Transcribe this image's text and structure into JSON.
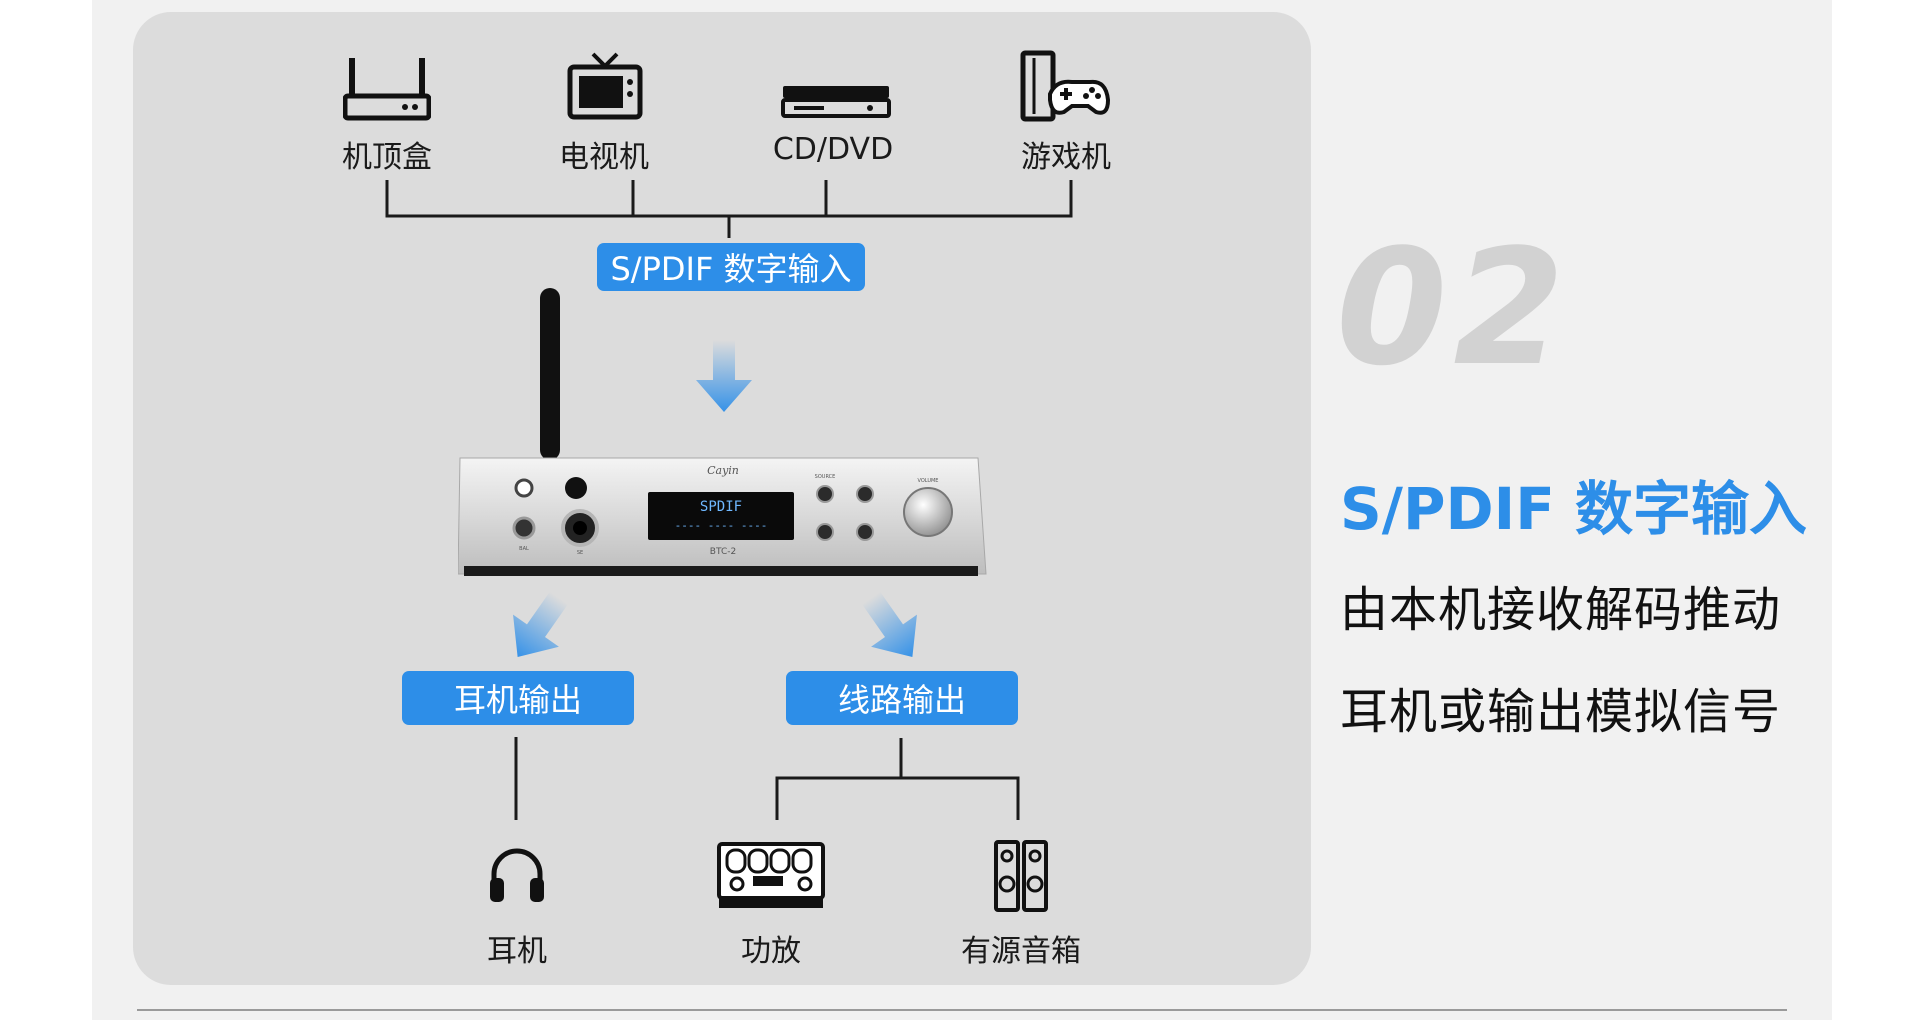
{
  "sources": [
    {
      "label": "机顶盒",
      "icon": "set-top-box-icon"
    },
    {
      "label": "电视机",
      "icon": "tv-icon"
    },
    {
      "label": "CD/DVD",
      "icon": "cd-dvd-player-icon"
    },
    {
      "label": "游戏机",
      "icon": "game-console-icon"
    }
  ],
  "input_label": "S/PDIF 数字输入",
  "device": {
    "model": "BTC-2",
    "display_line1": "SPDIF",
    "display_line2": "---- ---- ----",
    "brand": "Cayin",
    "source_label": "SOURCE",
    "volume_label": "VOLUME",
    "bal_label": "BAL",
    "se_label": "SE"
  },
  "outputs": {
    "headphone_label": "耳机输出",
    "line_label": "线路输出"
  },
  "targets": [
    {
      "label": "耳机",
      "icon": "headphones-icon"
    },
    {
      "label": "功放",
      "icon": "amplifier-icon"
    },
    {
      "label": "有源音箱",
      "icon": "speakers-icon"
    }
  ],
  "side": {
    "number": "02",
    "headline": "S/PDIF 数字输入",
    "desc_line1": "由本机接收解码推动",
    "desc_line2": "耳机或输出模拟信号"
  },
  "colors": {
    "accent": "#2d8ee8",
    "panel": "#dcdcdc",
    "background": "#f1f1f1"
  }
}
